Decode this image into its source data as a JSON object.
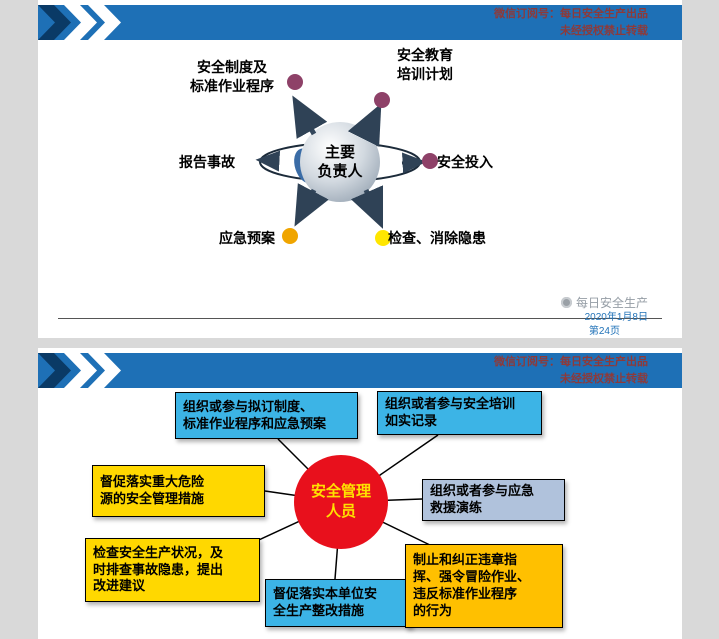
{
  "header": {
    "line1": "微信订阅号：每日安全生产出品",
    "line2": "未经授权禁止转载"
  },
  "slide1": {
    "center": "主要\n负责人",
    "nodes": {
      "top_left": "安全制度及\n标准作业程序",
      "top_right": "安全教育\n培训计划",
      "left": "报告事故",
      "right": "安全投入",
      "bottom_left": "应急预案",
      "bottom_right": "检查、消除隐患"
    },
    "footer": {
      "brand": "每日安全生产",
      "date": "2020年1月8日",
      "page": "第24页"
    }
  },
  "slide2": {
    "center": "安全管理\n人员",
    "boxes": {
      "top_left": "组织或参与拟订制度、\n标准作业程序和应急预案",
      "top_right": "组织或者参与安全培训\n如实记录",
      "left": "督促落实重大危险\n源的安全管理措施",
      "right": "组织或者参与应急\n救援演练",
      "bottom_left": "检查安全生产状况，及\n时排查事故隐患，提出\n改进建议",
      "bottom_center": "督促落实本单位安\n全生产整改措施",
      "bottom_right": "制止和纠正违章指\n挥、强令冒险作业、\n违反标准作业程序\n的行为"
    }
  },
  "colors": {
    "header_blue": "#1e70b6",
    "header_text_red": "#8d3a3a",
    "box_blue": "#3cb4e6",
    "box_yellow": "#ffd800",
    "box_gold": "#ffc000",
    "box_gray_blue": "#b0c2dc",
    "center_circle_red": "#e8101c",
    "center_text_yellow": "#ffe100",
    "dot_purple": "#8e4168",
    "dot_yellow": "#ffe600",
    "dot_orange": "#f0a500",
    "arrow_dark": "#33475c"
  }
}
